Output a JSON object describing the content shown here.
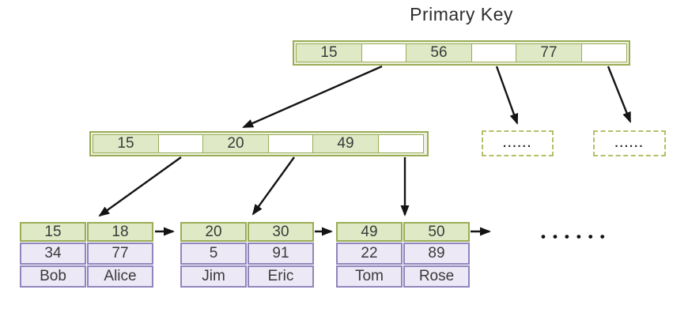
{
  "title": "Primary Key",
  "colors": {
    "olive_border": "#9aac55",
    "green_fill": "#dfe9c6",
    "node_margin": "#edf2e0",
    "purple_border": "#9185bd",
    "lavender_fill": "#ece8f5",
    "dashed_border": "#b7bf66",
    "arrow": "#141414",
    "text": "#3a3a3a"
  },
  "root_node": {
    "cells": [
      "15",
      "",
      "56",
      "",
      "77",
      ""
    ]
  },
  "internal_node": {
    "cells": [
      "15",
      "",
      "20",
      "",
      "49",
      ""
    ]
  },
  "overflow_nodes": [
    {
      "label": "......"
    },
    {
      "label": "......"
    }
  ],
  "leaf_pages": [
    {
      "rows": [
        [
          "15",
          "18"
        ],
        [
          "34",
          "77"
        ],
        [
          "Bob",
          "Alice"
        ]
      ]
    },
    {
      "rows": [
        [
          "20",
          "30"
        ],
        [
          "5",
          "91"
        ],
        [
          "Jim",
          "Eric"
        ]
      ]
    },
    {
      "rows": [
        [
          "49",
          "50"
        ],
        [
          "22",
          "89"
        ],
        [
          "Tom",
          "Rose"
        ]
      ]
    }
  ],
  "more_pages_ellipsis": "••••••"
}
